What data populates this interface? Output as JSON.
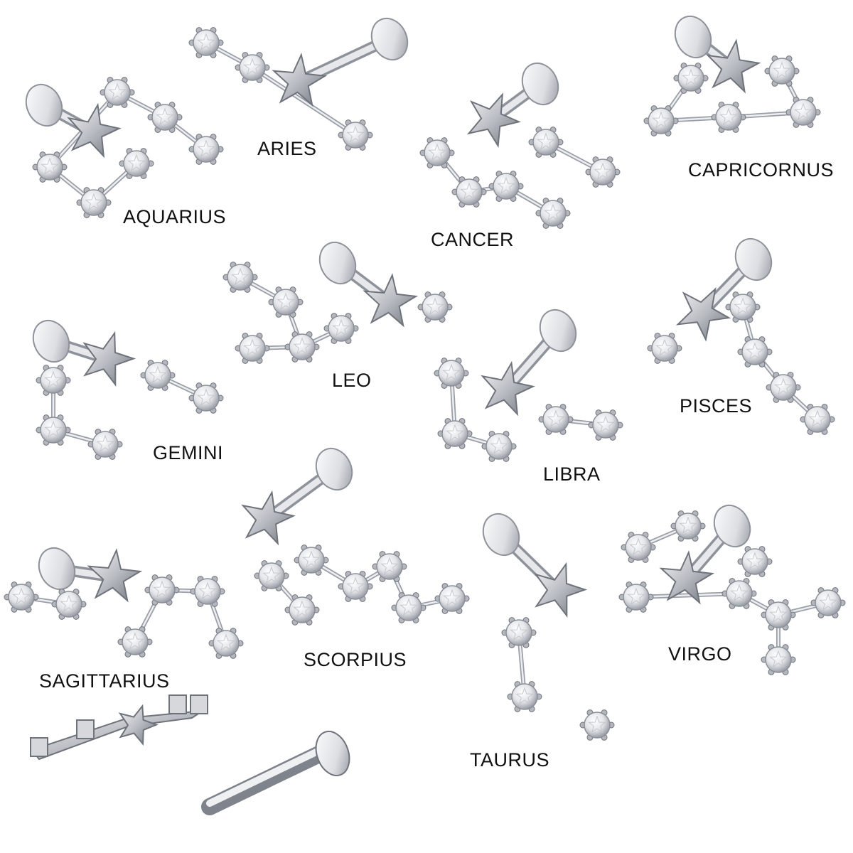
{
  "labels": {
    "aquarius": "AQUARIUS",
    "aries": "ARIES",
    "cancer": "CANCER",
    "capricornus": "CAPRICORNUS",
    "gemini": "GEMINI",
    "leo": "LEO",
    "libra": "LIBRA",
    "pisces": "PISCES",
    "sagittarius": "SAGITTARIUS",
    "scorpius": "SCORPIUS",
    "taurus": "TAURUS",
    "virgo": "VIRGO"
  },
  "colors": {
    "background": "#ffffff",
    "metal": "#c9cbd0",
    "metal_dark": "#7f838b",
    "gem": "#f2f3f5",
    "text": "#111111"
  }
}
